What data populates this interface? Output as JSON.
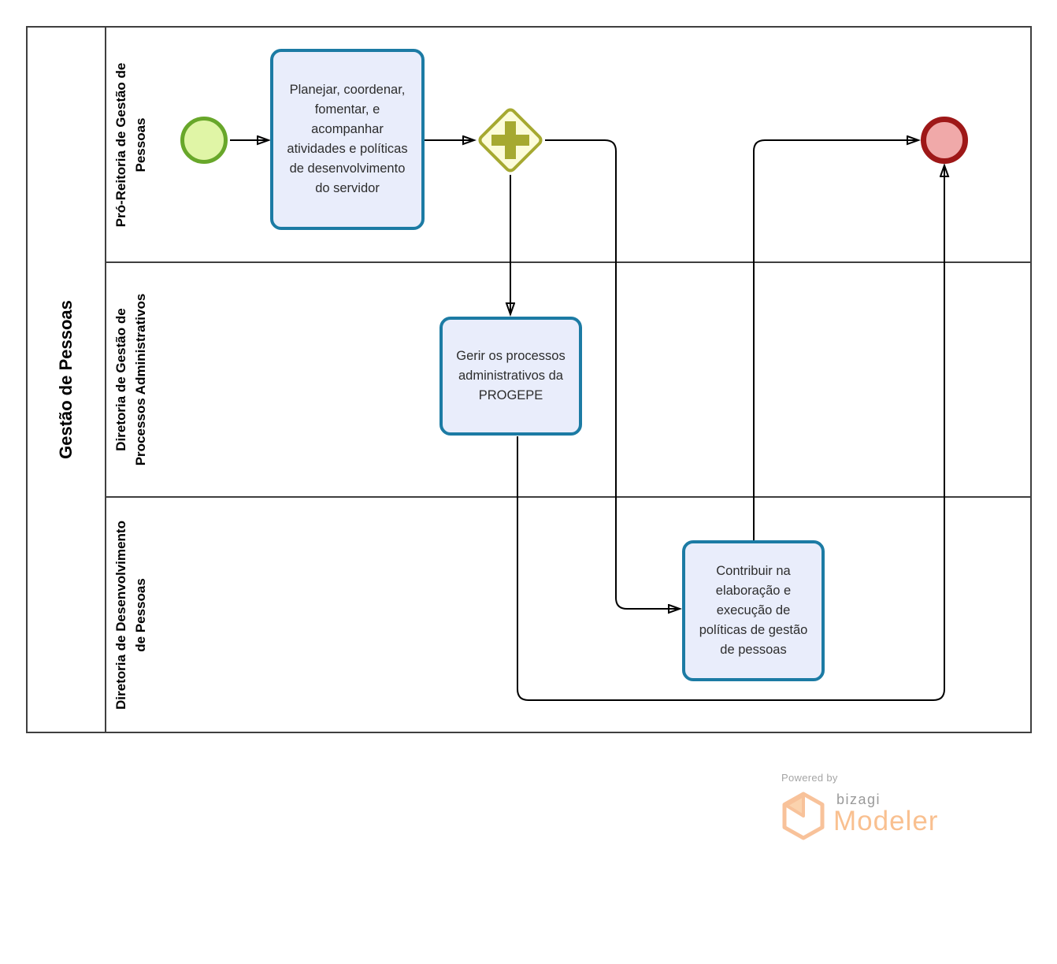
{
  "pool": {
    "title": "Gestão de Pessoas"
  },
  "lanes": [
    {
      "label": "Pró-Reitoria de Gestão de Pessoas"
    },
    {
      "label": "Diretoria de Gestão de Processos Administrativos"
    },
    {
      "label": "Diretoria de Desenvolvimento de Pessoas"
    }
  ],
  "nodes": {
    "start_event": {
      "type": "start-event"
    },
    "task_planejar": {
      "label": "Planejar, coordenar, fomentar, e acompanhar atividades e políticas de desenvolvimento do servidor"
    },
    "gateway_parallel": {
      "type": "parallel-gateway",
      "icon": "plus-icon"
    },
    "task_gerir": {
      "label": "Gerir os processos administrativos da PROGEPE"
    },
    "task_contribuir": {
      "label": "Contribuir na elaboração e execução de políticas de gestão de pessoas"
    },
    "end_event": {
      "type": "end-event"
    }
  },
  "colors": {
    "task_border": "#1c7ba4",
    "task_fill": "#e9edfb",
    "start_border": "#68a72a",
    "start_fill": "#e0f5a6",
    "end_border": "#9e1818",
    "end_fill": "#f0a9a9",
    "gateway_border": "#a6a931",
    "gateway_fill": "#fcfcd9",
    "lane_line": "#3f3f3f",
    "flow_line": "#000000",
    "logo_orange": "#f9c090",
    "logo_gray": "#9a9a9a"
  },
  "logo": {
    "powered_by": "Powered by",
    "brand": "bizagi",
    "product": "Modeler"
  }
}
